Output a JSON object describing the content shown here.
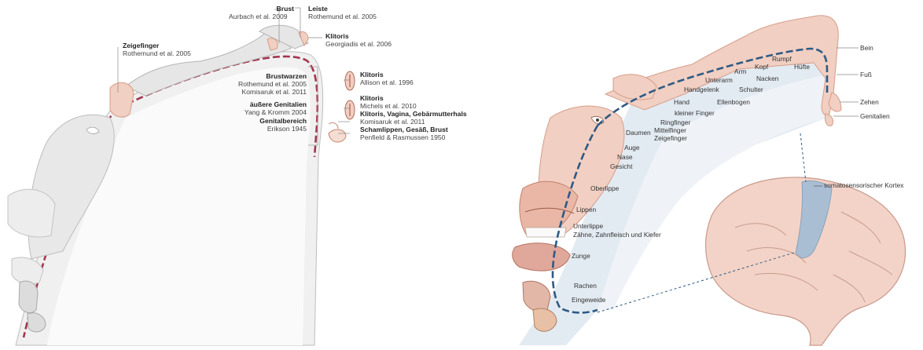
{
  "colors": {
    "cortex_red": "#a3364f",
    "cortex_blue": "#2e5a86",
    "skin": "#f1cfc2",
    "skin_dark": "#d69d8a",
    "grey_fill": "#ececec",
    "brain_pink": "#f3d3c7",
    "blue_area": "#a9bed3"
  },
  "left": {
    "refs": [
      {
        "id": "brust",
        "title": "Brust",
        "cite": "Aurbach et al. 2009"
      },
      {
        "id": "leiste",
        "title": "Leiste",
        "cite": "Rothemund et al. 2005"
      },
      {
        "id": "zeigefinger",
        "title": "Zeigefinger",
        "cite": "Rothemund et al. 2005"
      },
      {
        "id": "klitoris_g",
        "title": "Klitoris",
        "cite": "Georgiadis et al. 2006"
      },
      {
        "id": "brustwarzen",
        "title": "Brustwarzen",
        "cite": "Rothemund et al. 2005",
        "cite2": "Komisaruk et al. 2011"
      },
      {
        "id": "klitoris_a",
        "title": "Klitoris",
        "cite": "Allison et al. 1996"
      },
      {
        "id": "genitalien",
        "title": "äußere Genitalien",
        "cite": "Yang & Kromm 2004"
      },
      {
        "id": "genitalbereich",
        "title": "Genitalbereich",
        "cite": "Erikson 1945"
      },
      {
        "id": "klitoris_m",
        "title": "Klitoris",
        "cite": "Michels et al. 2010"
      },
      {
        "id": "vagina",
        "title": "Klitoris, Vagina, Gebärmutterhals",
        "cite": "Komisaruk et al. 2011"
      },
      {
        "id": "scham",
        "title": "Schamlippen, Gesäß, Brust",
        "cite": "Penfield & Rasmussen 1950"
      }
    ]
  },
  "right": {
    "regions": [
      "Bein",
      "Fuß",
      "Zehen",
      "Genitalien",
      "Hüfte",
      "Rumpf",
      "Kopf",
      "Nacken",
      "Arm",
      "Schulter",
      "Unterarm",
      "Handgelenk",
      "Ellenbogen",
      "Hand",
      "kleiner Finger",
      "Ringfinger",
      "Mittelfinger",
      "Zeigefinger",
      "Daumen",
      "Auge",
      "Nase",
      "Gesicht",
      "Oberlippe",
      "Lippen",
      "Unterlippe",
      "Zähne, Zahnfleisch und Kiefer",
      "Zunge",
      "Rachen",
      "Eingeweide"
    ],
    "cortex_label": "somatosensorischer Kortex"
  }
}
